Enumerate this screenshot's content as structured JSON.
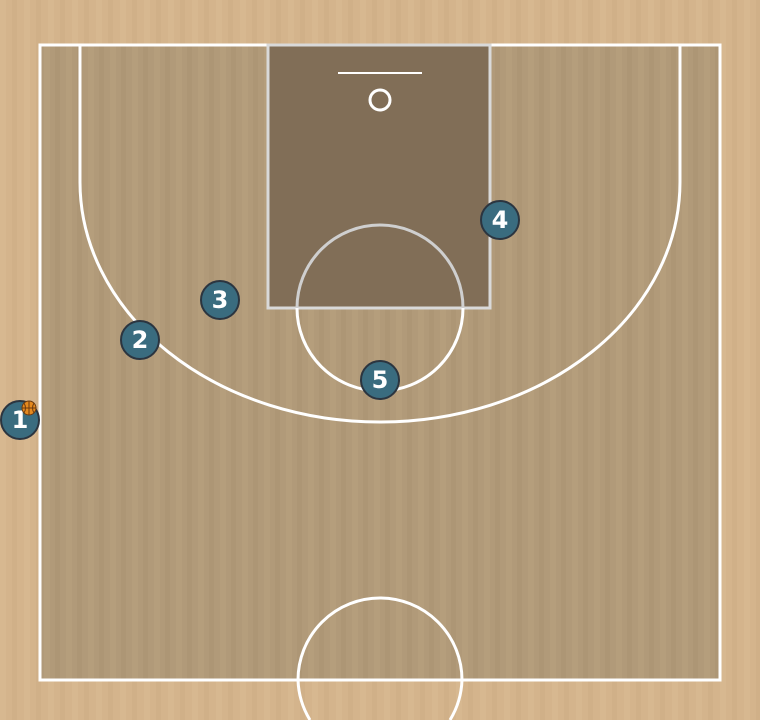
{
  "colors": {
    "floor_outer": "#d4b48c",
    "floor_inner": "#b19a79",
    "paint": "#7e6b55",
    "lines": "#ffffff",
    "player_fill": "#3a6c7f",
    "player_stroke": "#2b3540",
    "ball": "#e58a1f"
  },
  "players": [
    {
      "label": "1",
      "has_ball": true
    },
    {
      "label": "2",
      "has_ball": false
    },
    {
      "label": "3",
      "has_ball": false
    },
    {
      "label": "4",
      "has_ball": false
    },
    {
      "label": "5",
      "has_ball": false
    }
  ]
}
